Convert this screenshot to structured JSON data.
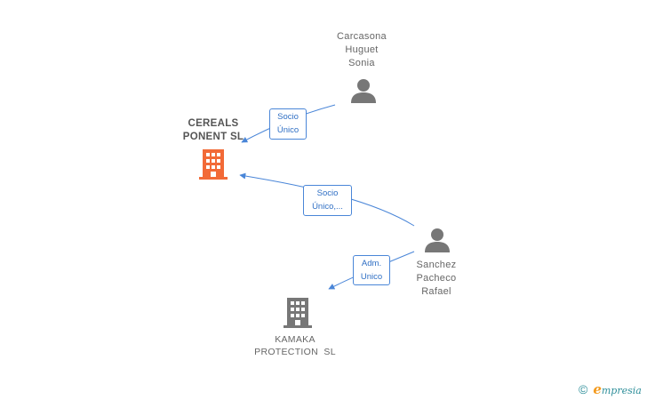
{
  "nodes": {
    "cereals": {
      "line1": "CEREALS",
      "line2": "PONENT SL",
      "icon": "building-icon",
      "color": "#f26a37"
    },
    "kamaka": {
      "line1": "KAMAKA",
      "line2": "PROTECTION  SL",
      "icon": "building-icon",
      "color": "#777777"
    },
    "carcasona": {
      "line1": "Carcasona",
      "line2": "Huguet",
      "line3": "Sonia",
      "icon": "person-icon",
      "color": "#777777"
    },
    "sanchez": {
      "line1": "Sanchez",
      "line2": "Pacheco",
      "line3": "Rafael",
      "icon": "person-icon",
      "color": "#777777"
    }
  },
  "edges": {
    "carcasona_cereals": {
      "line1": "Socio",
      "line2": "Único"
    },
    "sanchez_cereals": {
      "line1": "Socio",
      "line2": "Único,..."
    },
    "sanchez_kamaka": {
      "line1": "Adm.",
      "line2": "Unico"
    }
  },
  "colors": {
    "edge": "#4a86d8",
    "accent": "#f26a37",
    "neutral": "#777777"
  },
  "footer": {
    "copyright": "©",
    "brand_initial": "e",
    "brand_rest": "mpresia"
  }
}
